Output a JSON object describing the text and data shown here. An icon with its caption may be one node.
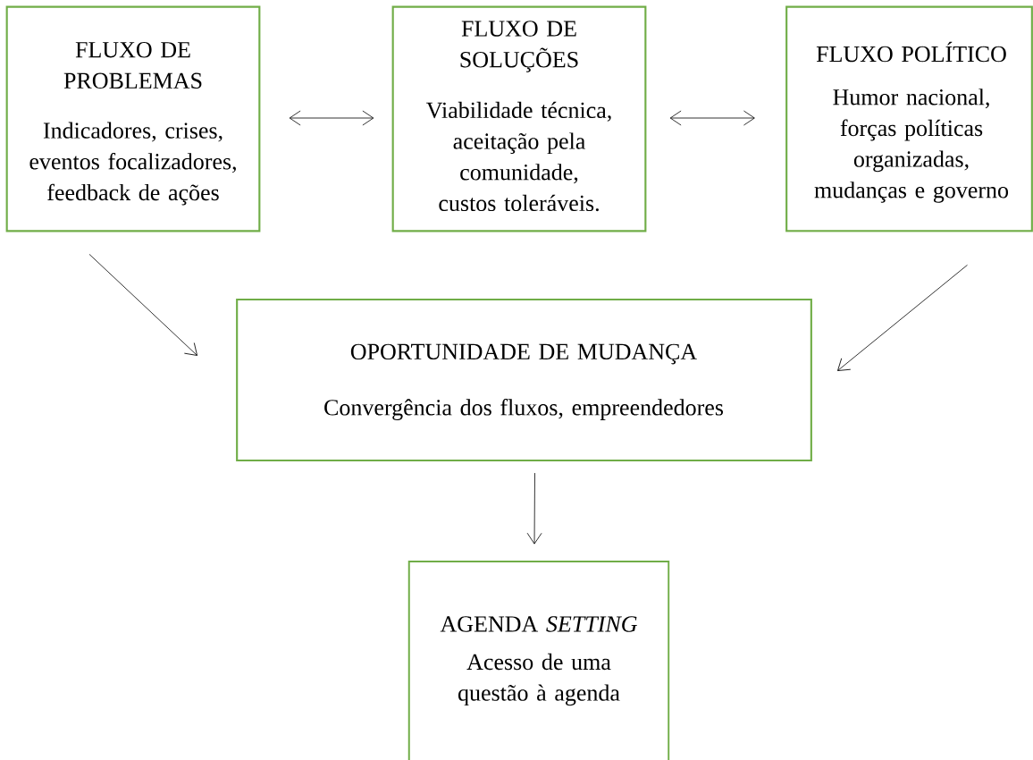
{
  "diagram": {
    "nodes": [
      {
        "text": [
          "FLUXO DE PROBLEMAS",
          "Indicadores, crises, eventos focalizadores, feedback de ações"
        ]
      },
      {
        "text": [
          "FLUXO DE SOLUÇÕES",
          "Viabilidade técnica, aceitação pela comunidade, custos toleráveis."
        ]
      },
      {
        "text": [
          "FLUXO POLÍTICO",
          "Humor nacional, forças políticas organizadas, mudanças e governo"
        ]
      },
      {
        "text": [
          "OPORTUNIDADE DE MUDANÇA",
          "Convergência dos fluxos, empreendedores"
        ]
      },
      {
        "text": [
          "AGENDA *SETTING*",
          "Acesso de uma questão à agenda"
        ]
      }
    ],
    "edges": [
      {
        "from": 0,
        "to": 1,
        "arrow": "both"
      },
      {
        "from": 1,
        "to": 2,
        "arrow": "both"
      },
      {
        "from": 0,
        "to": 3,
        "arrow": "to"
      },
      {
        "from": 2,
        "to": 3,
        "arrow": "to"
      },
      {
        "from": 3,
        "to": 4,
        "arrow": "to"
      }
    ]
  }
}
